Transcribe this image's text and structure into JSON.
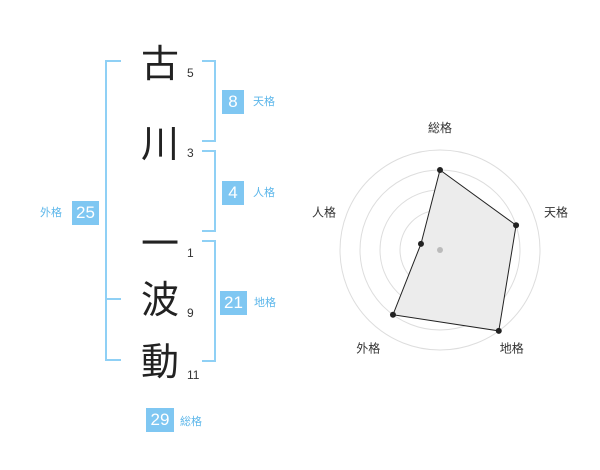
{
  "name": {
    "chars": [
      {
        "char": "古",
        "strokes": "5"
      },
      {
        "char": "川",
        "strokes": "3"
      },
      {
        "char": "一",
        "strokes": "1"
      },
      {
        "char": "波",
        "strokes": "9"
      },
      {
        "char": "動",
        "strokes": "11"
      }
    ]
  },
  "fortune": {
    "tenkaku": {
      "value": "8",
      "label": "天格"
    },
    "jinkaku": {
      "value": "4",
      "label": "人格"
    },
    "chikaku": {
      "value": "21",
      "label": "地格"
    },
    "gaikaku": {
      "value": "25",
      "label": "外格"
    },
    "soukaku": {
      "value": "29",
      "label": "総格"
    }
  },
  "colors": {
    "accent": "#7fc7f2",
    "bracket": "#8fd0f5",
    "label": "#5bb6ea",
    "radar_fill": "#ececec"
  },
  "chart_data": {
    "type": "radar",
    "axes": [
      "総格",
      "天格",
      "地格",
      "外格",
      "人格"
    ],
    "values": [
      4,
      4,
      5,
      4,
      1
    ],
    "rmax": 5,
    "rings": 5
  }
}
